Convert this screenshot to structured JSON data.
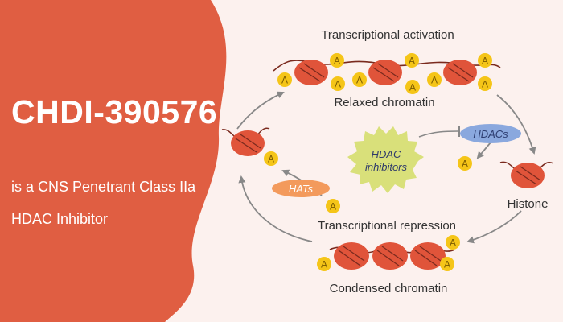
{
  "left_panel": {
    "title": "CHDI-390576",
    "subtitle_line1": "is a CNS Penetrant Class IIa",
    "subtitle_line2": "HDAC Inhibitor"
  },
  "diagram": {
    "top_label": "Transcriptional activation",
    "relaxed_label": "Relaxed chromatin",
    "repression_label": "Transcriptional repression",
    "condensed_label": "Condensed chromatin",
    "histone_label": "Histone",
    "hdacs_label": "HDACs",
    "hats_label": "HATs",
    "inhibitor_label_line1": "HDAC",
    "inhibitor_label_line2": "inhibitors",
    "acetyl_letter": "A"
  },
  "colors": {
    "panel": "#e05e42",
    "background": "#fcf1ee",
    "histone": "#e0543a",
    "acetyl": "#f5c518",
    "hdacs_pill": "#8aa8de",
    "hats_pill": "#f39a5c",
    "burst": "#d9e07a"
  }
}
